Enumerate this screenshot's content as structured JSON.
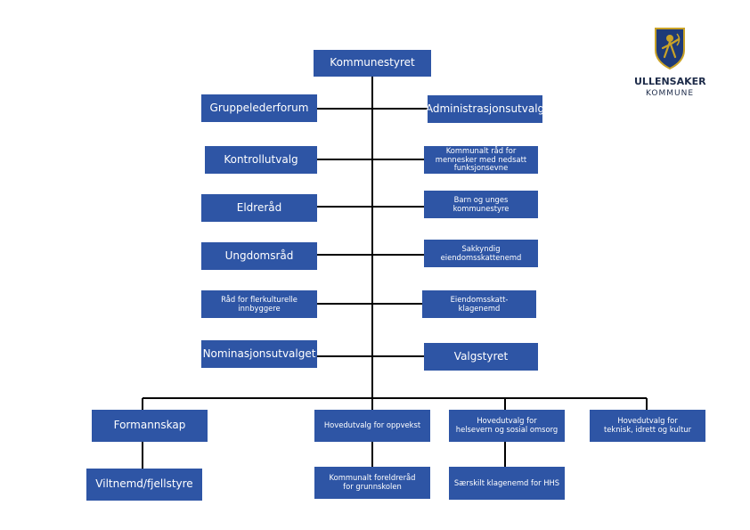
{
  "logo": {
    "name": "ULLENSAKER",
    "sub": "KOMMUNE",
    "icon": "municipal-coat-of-arms-icon"
  },
  "colors": {
    "box": "#2e55a5",
    "line": "#000000"
  },
  "top": "Kommunestyret",
  "left": [
    "Gruppelederforum",
    "Kontrollutvalg",
    "Eldreråd",
    "Ungdomsråd",
    "Råd for flerkulturelle\ninnbyggere",
    "Nominasjonsutvalget"
  ],
  "right": [
    "Administrasjonsutvalg",
    "Kommunalt råd for\nmennesker med nedsatt\nfunksjonsevne",
    "Barn og unges\nkommunestyre",
    "Sakkyndig\neiendomsskattenemd",
    "Eiendomsskatt-\nklagenemd",
    "Valgstyret"
  ],
  "bottom": [
    "Formannskap",
    "Hovedutvalg for oppvekst",
    "Hovedutvalg for\nhelsevern og sosial omsorg",
    "Hovedutvalg for\nteknisk, idrett og kultur"
  ],
  "sub": [
    "Viltnemd/fjellstyre",
    "Kommunalt foreldreråd\nfor grunnskolen",
    "Særskilt klagenemd for HHS"
  ]
}
